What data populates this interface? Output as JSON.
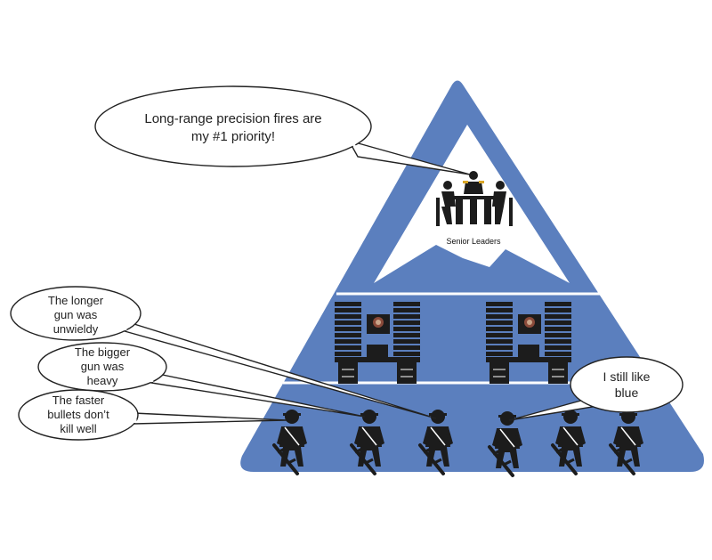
{
  "diagram": {
    "senior_label": "Senior Leaders",
    "colors": {
      "pyramid": "#5b7fbe",
      "apex_fill": "#ffffff",
      "divider": "#ffffff",
      "figure": "#1c1c1c",
      "bubble_stroke": "#222222"
    },
    "bubbles": [
      {
        "id": "leader",
        "lines": [
          "Long-range precision fires are",
          "my #1 priority!"
        ]
      },
      {
        "id": "soldier-1",
        "lines": [
          "The longer",
          "gun was",
          "unwieldy"
        ]
      },
      {
        "id": "soldier-2",
        "lines": [
          "The bigger",
          "gun was",
          "heavy"
        ]
      },
      {
        "id": "soldier-3",
        "lines": [
          "The faster",
          "bullets don’t",
          "kill well"
        ]
      },
      {
        "id": "soldier-4",
        "lines": [
          "I still like",
          "blue"
        ]
      }
    ]
  }
}
